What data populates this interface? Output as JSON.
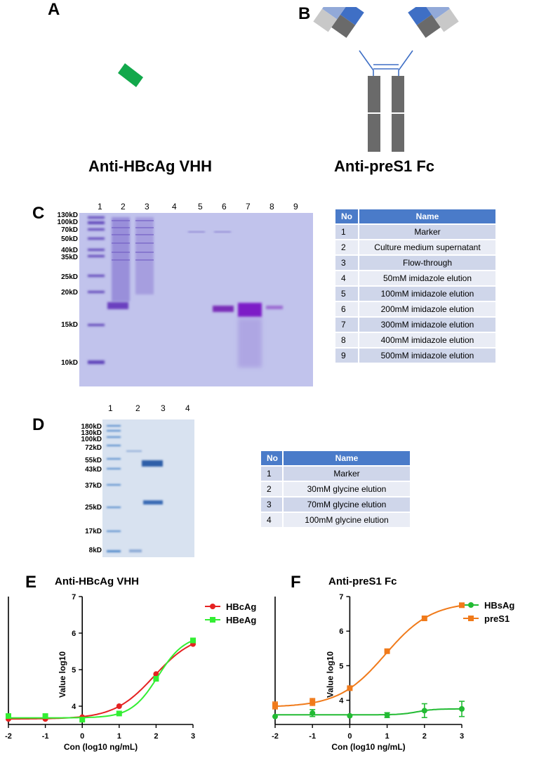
{
  "panels": {
    "A": {
      "letter": "A",
      "caption": "Anti-HBcAg VHH",
      "color": "#12a84b"
    },
    "B": {
      "letter": "B",
      "caption": "Anti-preS1 Fc"
    },
    "C": {
      "letter": "C",
      "lanes": [
        "1",
        "2",
        "3",
        "4",
        "5",
        "6",
        "7",
        "8",
        "9"
      ],
      "markers": [
        "130kD",
        "100kD",
        "70kD",
        "50kD",
        "40kD",
        "35kD",
        "25kD",
        "20kD",
        "15kD",
        "10kD"
      ],
      "table": {
        "header": [
          "No",
          "Name"
        ],
        "rows": [
          [
            "1",
            "Marker"
          ],
          [
            "2",
            "Culture medium supernatant"
          ],
          [
            "3",
            "Flow-through"
          ],
          [
            "4",
            "50mM imidazole elution"
          ],
          [
            "5",
            "100mM imidazole elution"
          ],
          [
            "6",
            "200mM imidazole elution"
          ],
          [
            "7",
            "300mM imidazole elution"
          ],
          [
            "8",
            "400mM imidazole elution"
          ],
          [
            "9",
            "500mM imidazole elution"
          ]
        ]
      }
    },
    "D": {
      "letter": "D",
      "lanes": [
        "1",
        "2",
        "3",
        "4"
      ],
      "markers": [
        "180kD",
        "130kD",
        "100kD",
        "72kD",
        "55kD",
        "43kD",
        "37kD",
        "25kD",
        "17kD",
        "8kD"
      ],
      "table": {
        "header": [
          "No",
          "Name"
        ],
        "rows": [
          [
            "1",
            "Marker"
          ],
          [
            "2",
            "30mM glycine elution"
          ],
          [
            "3",
            "70mM glycine elution"
          ],
          [
            "4",
            "100mM glycine elution"
          ]
        ]
      }
    },
    "E": {
      "letter": "E"
    },
    "F": {
      "letter": "F"
    }
  },
  "colors": {
    "header_blue": "#4a7bc9",
    "gel_bg": "#c3c6ee",
    "hbcag": "#e52222",
    "hbeag": "#33ee33",
    "hbsag": "#22bb33",
    "pres1": "#f07a1a"
  },
  "chart_data": [
    {
      "type": "line",
      "title": "Anti-HBcAg VHH",
      "xlabel": "Con (log10 ng/mL)",
      "ylabel": "Value log10",
      "xlim": [
        -2,
        3
      ],
      "ylim": [
        3.5,
        7
      ],
      "xticks": [
        "-2",
        "-1",
        "0",
        "1",
        "2",
        "3"
      ],
      "yticks": [
        "4",
        "5",
        "6",
        "7"
      ],
      "legend_position": "top-right",
      "series": [
        {
          "name": "HBcAg",
          "marker": "circle",
          "color": "#e52222",
          "x": [
            -2,
            -1,
            0,
            1,
            2,
            3
          ],
          "y": [
            3.65,
            3.65,
            3.7,
            4.0,
            4.88,
            5.7
          ]
        },
        {
          "name": "HBeAg",
          "marker": "square",
          "color": "#33ee33",
          "x": [
            -2,
            -1,
            0,
            1,
            2,
            3
          ],
          "y": [
            3.73,
            3.73,
            3.63,
            3.8,
            4.75,
            5.8
          ]
        }
      ]
    },
    {
      "type": "line",
      "title": "Anti-preS1 Fc",
      "xlabel": "Con (log10 ng/mL)",
      "ylabel": "Value log10",
      "xlim": [
        -2,
        3
      ],
      "ylim": [
        3.3,
        7
      ],
      "xticks": [
        "-2",
        "-1",
        "0",
        "1",
        "2",
        "3"
      ],
      "yticks": [
        "4",
        "5",
        "6",
        "7"
      ],
      "legend_position": "top-right",
      "series": [
        {
          "name": "HBsAg",
          "marker": "circle",
          "color": "#22bb33",
          "x": [
            -2,
            -1,
            0,
            1,
            2,
            3
          ],
          "y": [
            3.53,
            3.63,
            3.55,
            3.57,
            3.7,
            3.75
          ],
          "err": [
            0.0,
            0.1,
            0.0,
            0.07,
            0.2,
            0.22
          ]
        },
        {
          "name": "preS1",
          "marker": "square",
          "color": "#f07a1a",
          "x": [
            -2,
            -1,
            0,
            1,
            2,
            3
          ],
          "y": [
            3.85,
            3.95,
            4.35,
            5.42,
            6.37,
            6.75
          ],
          "err": [
            0.1,
            0.1,
            0.0,
            0.0,
            0.0,
            0.0
          ]
        }
      ]
    }
  ]
}
